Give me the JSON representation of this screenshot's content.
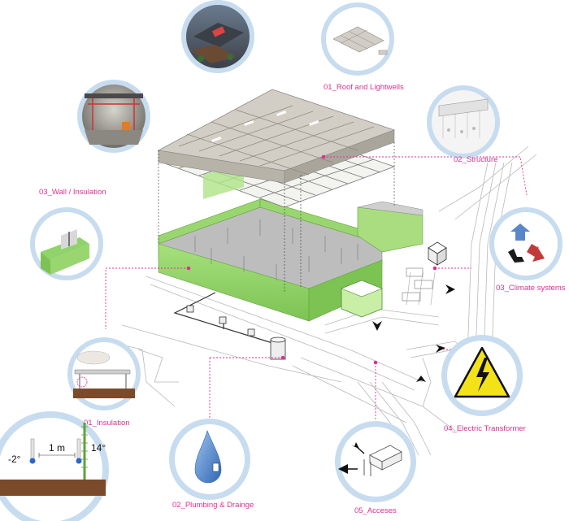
{
  "labels": {
    "roof": "01_Roof and Lightwells",
    "structure": "02_Structure",
    "wall": "03_Wall / Insulation",
    "climate": "03_Climate systems",
    "insulation": "01_Insulation",
    "electric": "04_Electric Transformer",
    "plumbing": "02_Plumbing & Drainge",
    "acceses": "05_Acceses"
  },
  "insulation_detail": {
    "temp_outside": "-2°",
    "distance": "1 m",
    "temp_inside": "14°"
  },
  "colors": {
    "accent_pink": "#d9338f",
    "circle_ring": "#c7dcef",
    "wall_green": "#8fd36a",
    "warning_yellow": "#f3e21a"
  }
}
